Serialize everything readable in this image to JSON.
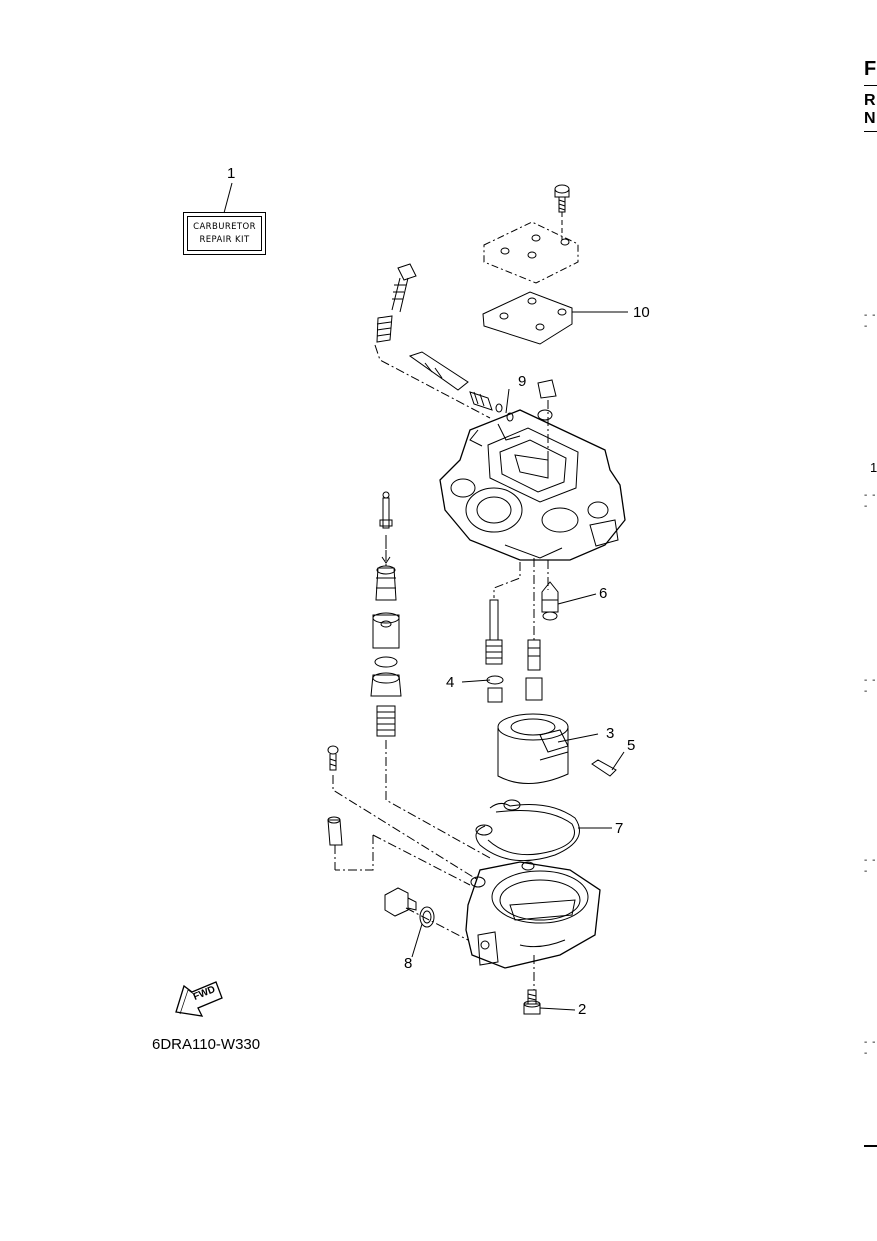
{
  "kit_label": {
    "line1": "CARBURETOR",
    "line2": "REPAIR KIT"
  },
  "callouts": [
    "1",
    "2",
    "3",
    "4",
    "5",
    "6",
    "7",
    "8",
    "9",
    "10"
  ],
  "drawing_code": "6DRA110-W330",
  "fwd_label": "FWD",
  "right_edge": {
    "header": "F",
    "line1": "R",
    "line2": "N",
    "side_number": "1",
    "tick": "- - -"
  }
}
